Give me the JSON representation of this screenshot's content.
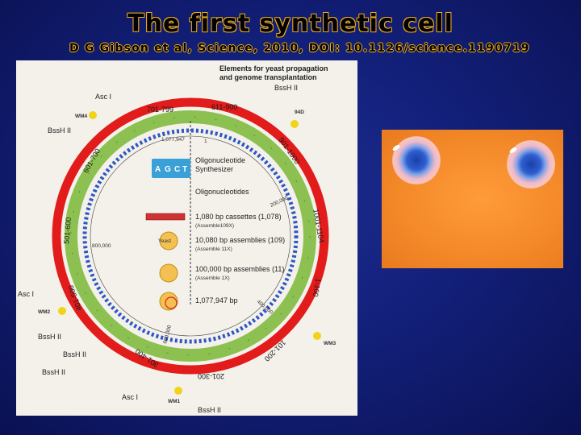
{
  "slide": {
    "title": "The first synthetic cell",
    "subtitle": "D G Gibson et al, Science, 2010, DOI: 10.1126/science.1190719"
  },
  "figure": {
    "header_lines": [
      "Elements for yeast propagation",
      "and genome transplantation"
    ],
    "ring_segments": [
      "611-900",
      "701-799",
      "901-1000",
      "1001-1104",
      "1-100",
      "101-200",
      "201-300",
      "301-400",
      "401-500",
      "501-600",
      "601-700"
    ],
    "inner_positions": [
      "1,077,947",
      "1",
      "200,000",
      "400,000",
      "600,000",
      "800,000"
    ],
    "sites": {
      "ascI": "Asc I",
      "bssHII": "BssH II",
      "wm4": "WM4",
      "wm2": "WM2",
      "wm1": "WM1",
      "wm3": "WM3",
      "site_94d": "94D"
    },
    "workflow": {
      "oligo_synth": "Oligonucleotide",
      "oligo_synth2": "Synthesizer",
      "oligos": "Oligonucleotides",
      "cassettes": "1,080 bp cassettes (1,078)",
      "cassettes_sub": "(Assemble109X)",
      "assemblies1": "10,080 bp assemblies (109)",
      "assemblies1_sub": "(Assemble 11X)",
      "assemblies2": "100,000 bp assemblies (11)",
      "assemblies2_sub": "(Assemble 1X)",
      "final": "1,077,947 bp",
      "yeast": "Yeast",
      "machine_letters": [
        "A",
        "G",
        "C",
        "T"
      ]
    }
  },
  "colors": {
    "outer_ring": "#e21b1b",
    "inner_ring": "#8cc152",
    "yellow_marker": "#f2d31b",
    "photo_bg": "#f48a2a",
    "colony": "#1b3fa8"
  }
}
